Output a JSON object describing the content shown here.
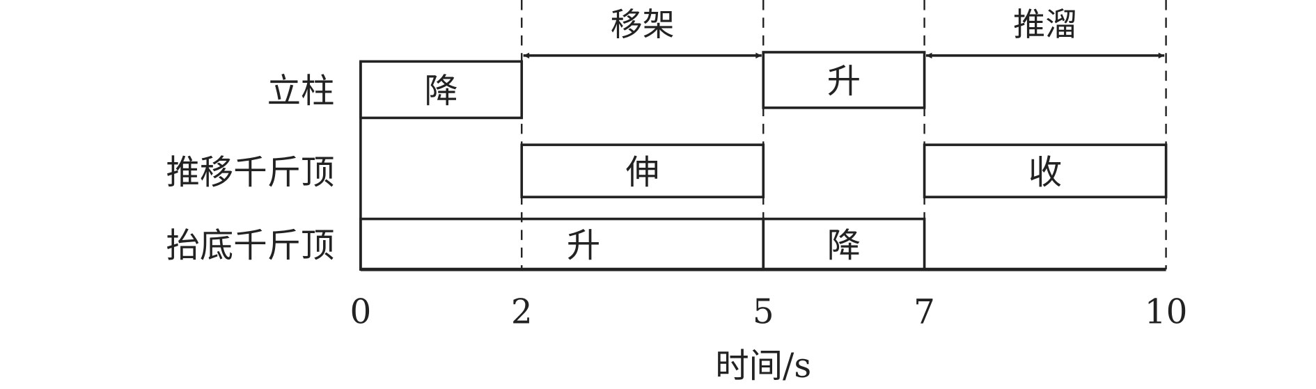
{
  "chart_data": {
    "type": "timing-diagram",
    "xlabel": "时间/s",
    "xticks": [
      0,
      2,
      5,
      7,
      10
    ],
    "xlim": [
      0,
      10
    ],
    "phases": [
      {
        "label": "移架",
        "start": 2,
        "end": 5
      },
      {
        "label": "推溜",
        "start": 7,
        "end": 10
      }
    ],
    "rows": [
      {
        "label": "立柱",
        "segments": [
          {
            "label": "降",
            "start": 0,
            "end": 2,
            "level": "low"
          },
          {
            "label": "升",
            "start": 5,
            "end": 7,
            "level": "high"
          }
        ]
      },
      {
        "label": "推移千斤顶",
        "segments": [
          {
            "label": "伸",
            "start": 2,
            "end": 5
          },
          {
            "label": "收",
            "start": 7,
            "end": 10
          }
        ]
      },
      {
        "label": "抬底千斤顶",
        "segments": [
          {
            "label": "升",
            "start": 0,
            "end": 5
          },
          {
            "label": "降",
            "start": 5,
            "end": 7
          }
        ]
      }
    ],
    "colors": {
      "line": "#222222",
      "background": "#ffffff"
    }
  }
}
